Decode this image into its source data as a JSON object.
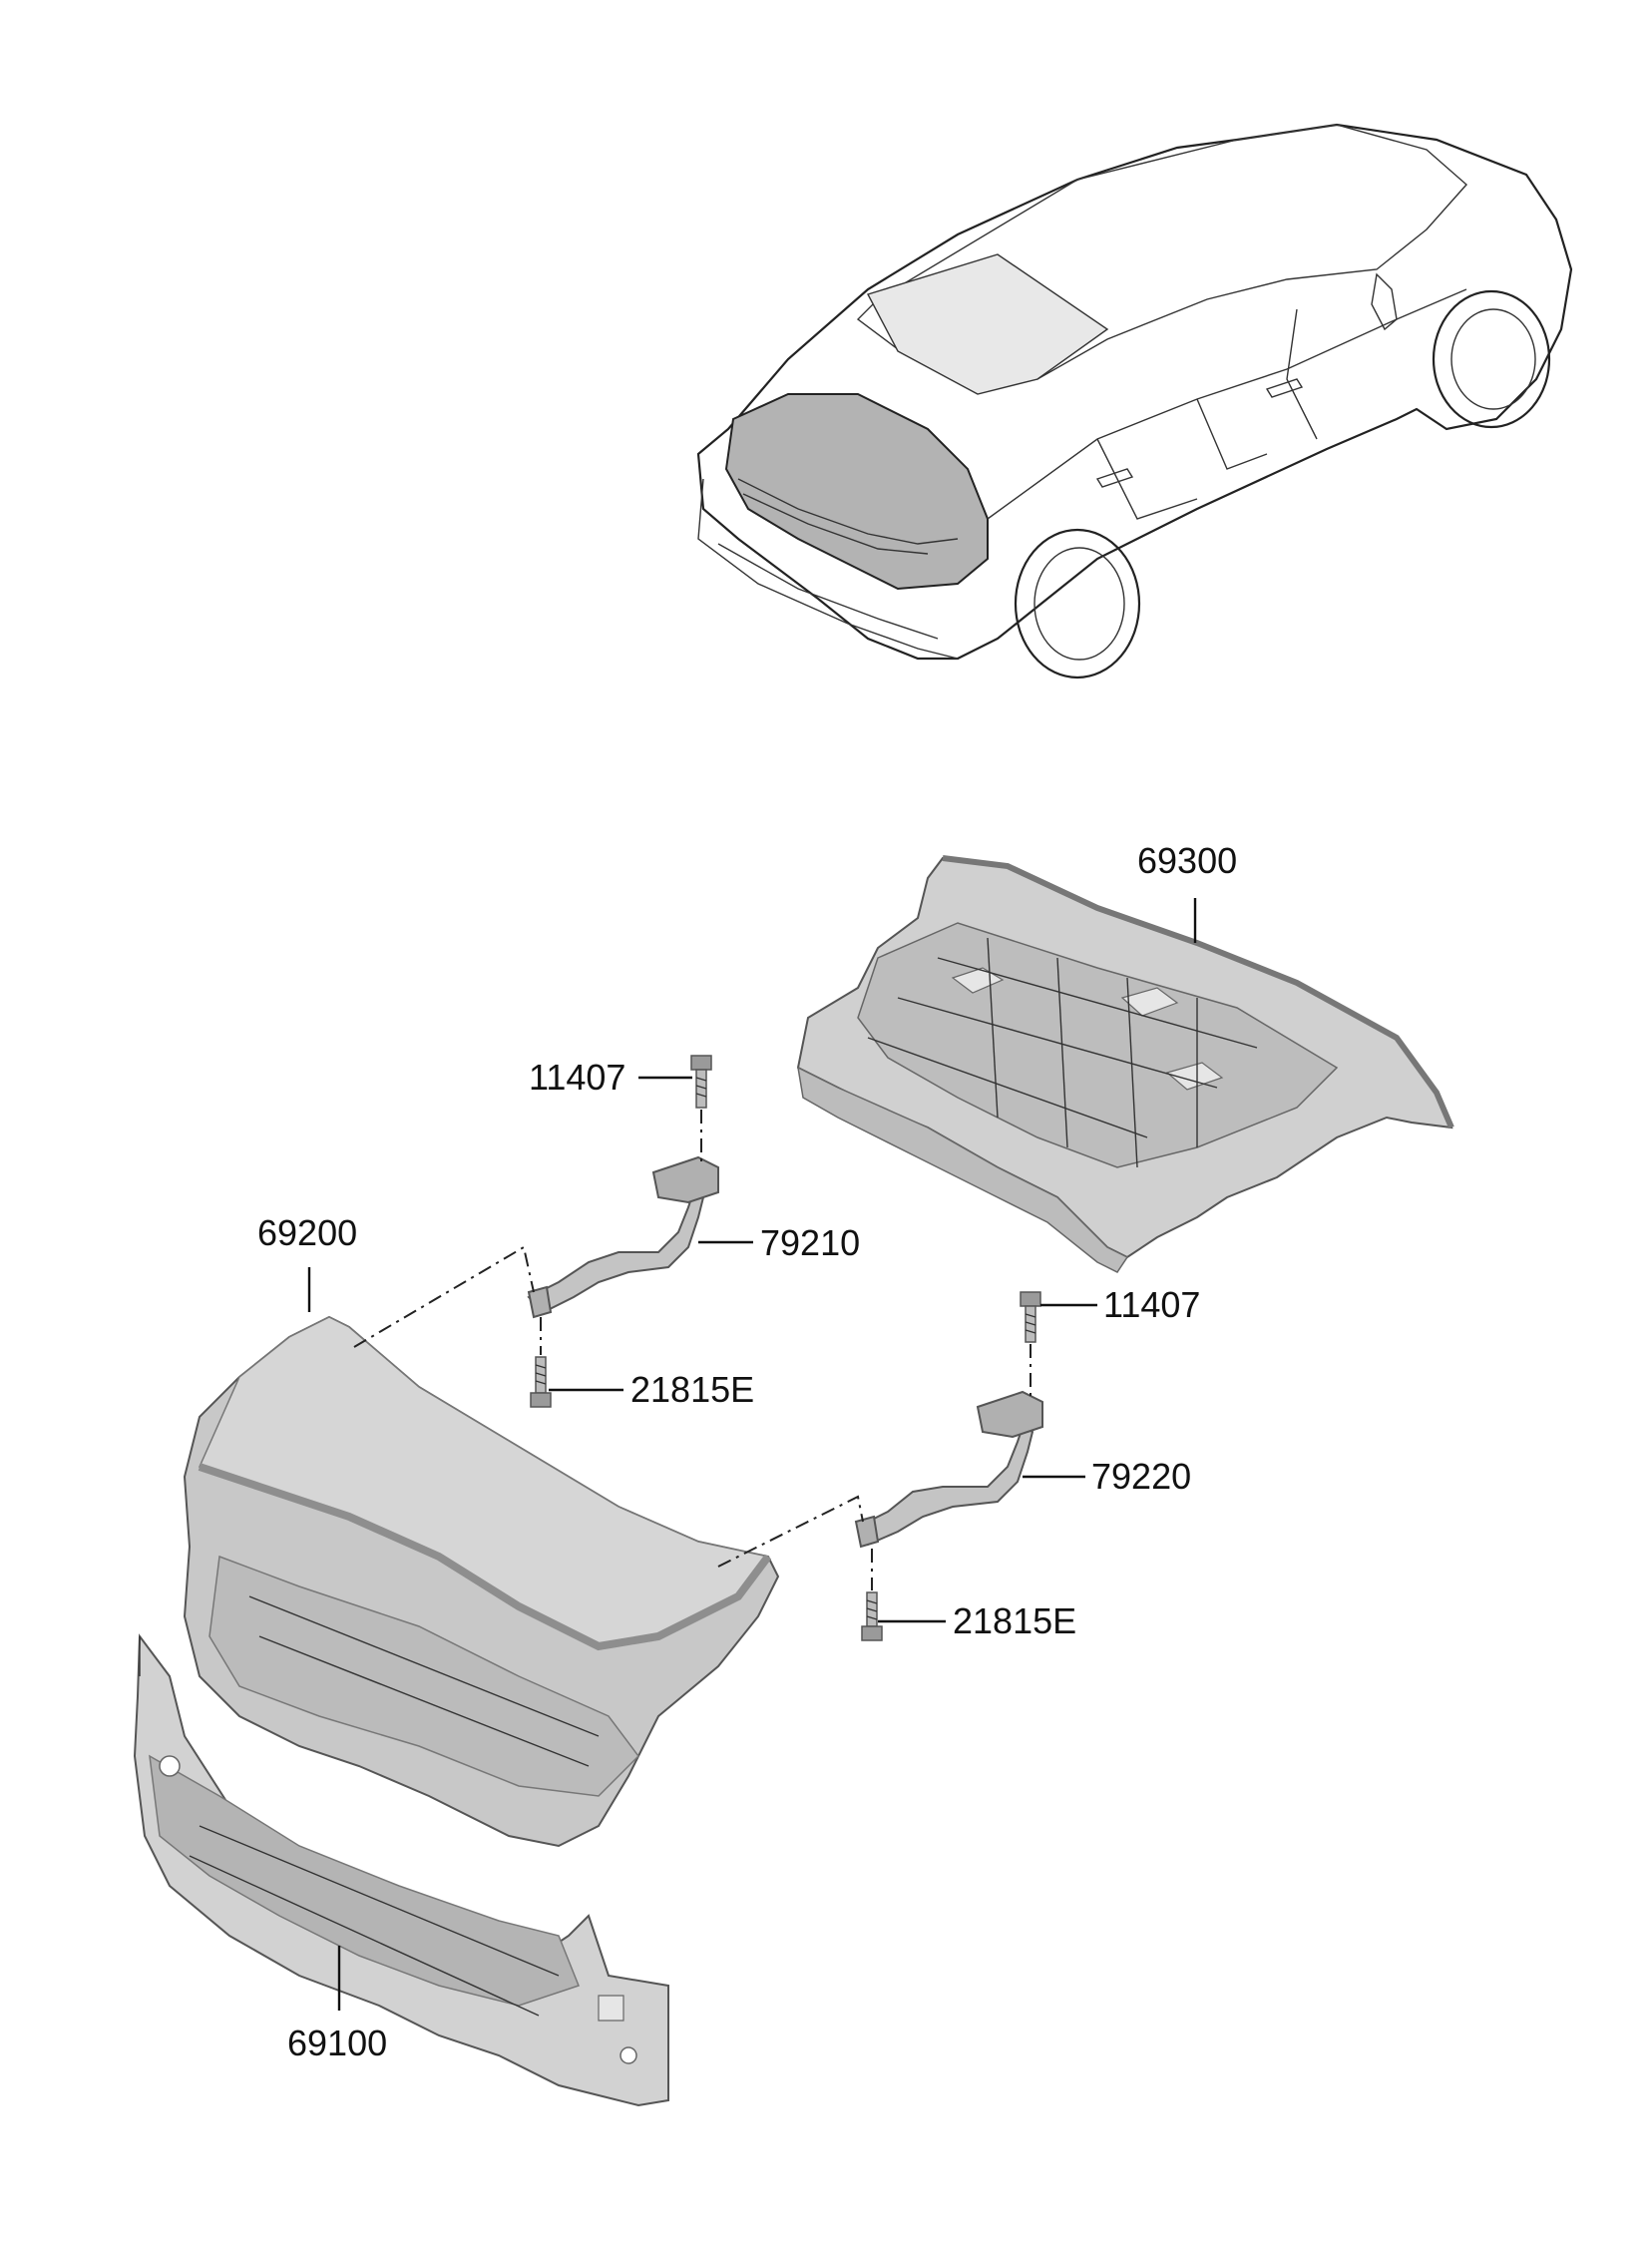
{
  "diagram": {
    "colors": {
      "panel_fill": "#c9c9c9",
      "panel_light": "#dcdcdc",
      "panel_dark": "#a9a9a9",
      "outline": "#222222",
      "tinted_glass": "#b3b3b3"
    },
    "parts": [
      {
        "id": "car",
        "icon": "sedan-rear-view"
      },
      {
        "id": "rear-package-tray",
        "label": "69300"
      },
      {
        "id": "hinge-bolt-left",
        "label": "11407"
      },
      {
        "id": "hinge-left",
        "label": "79210"
      },
      {
        "id": "hinge-mount-bolt-left",
        "label": "21815E"
      },
      {
        "id": "trunk-lid",
        "label": "69200"
      },
      {
        "id": "hinge-bolt-right",
        "label": "11407"
      },
      {
        "id": "hinge-right",
        "label": "79220"
      },
      {
        "id": "hinge-mount-bolt-right",
        "label": "21815E"
      },
      {
        "id": "back-panel",
        "label": "69100"
      }
    ]
  }
}
